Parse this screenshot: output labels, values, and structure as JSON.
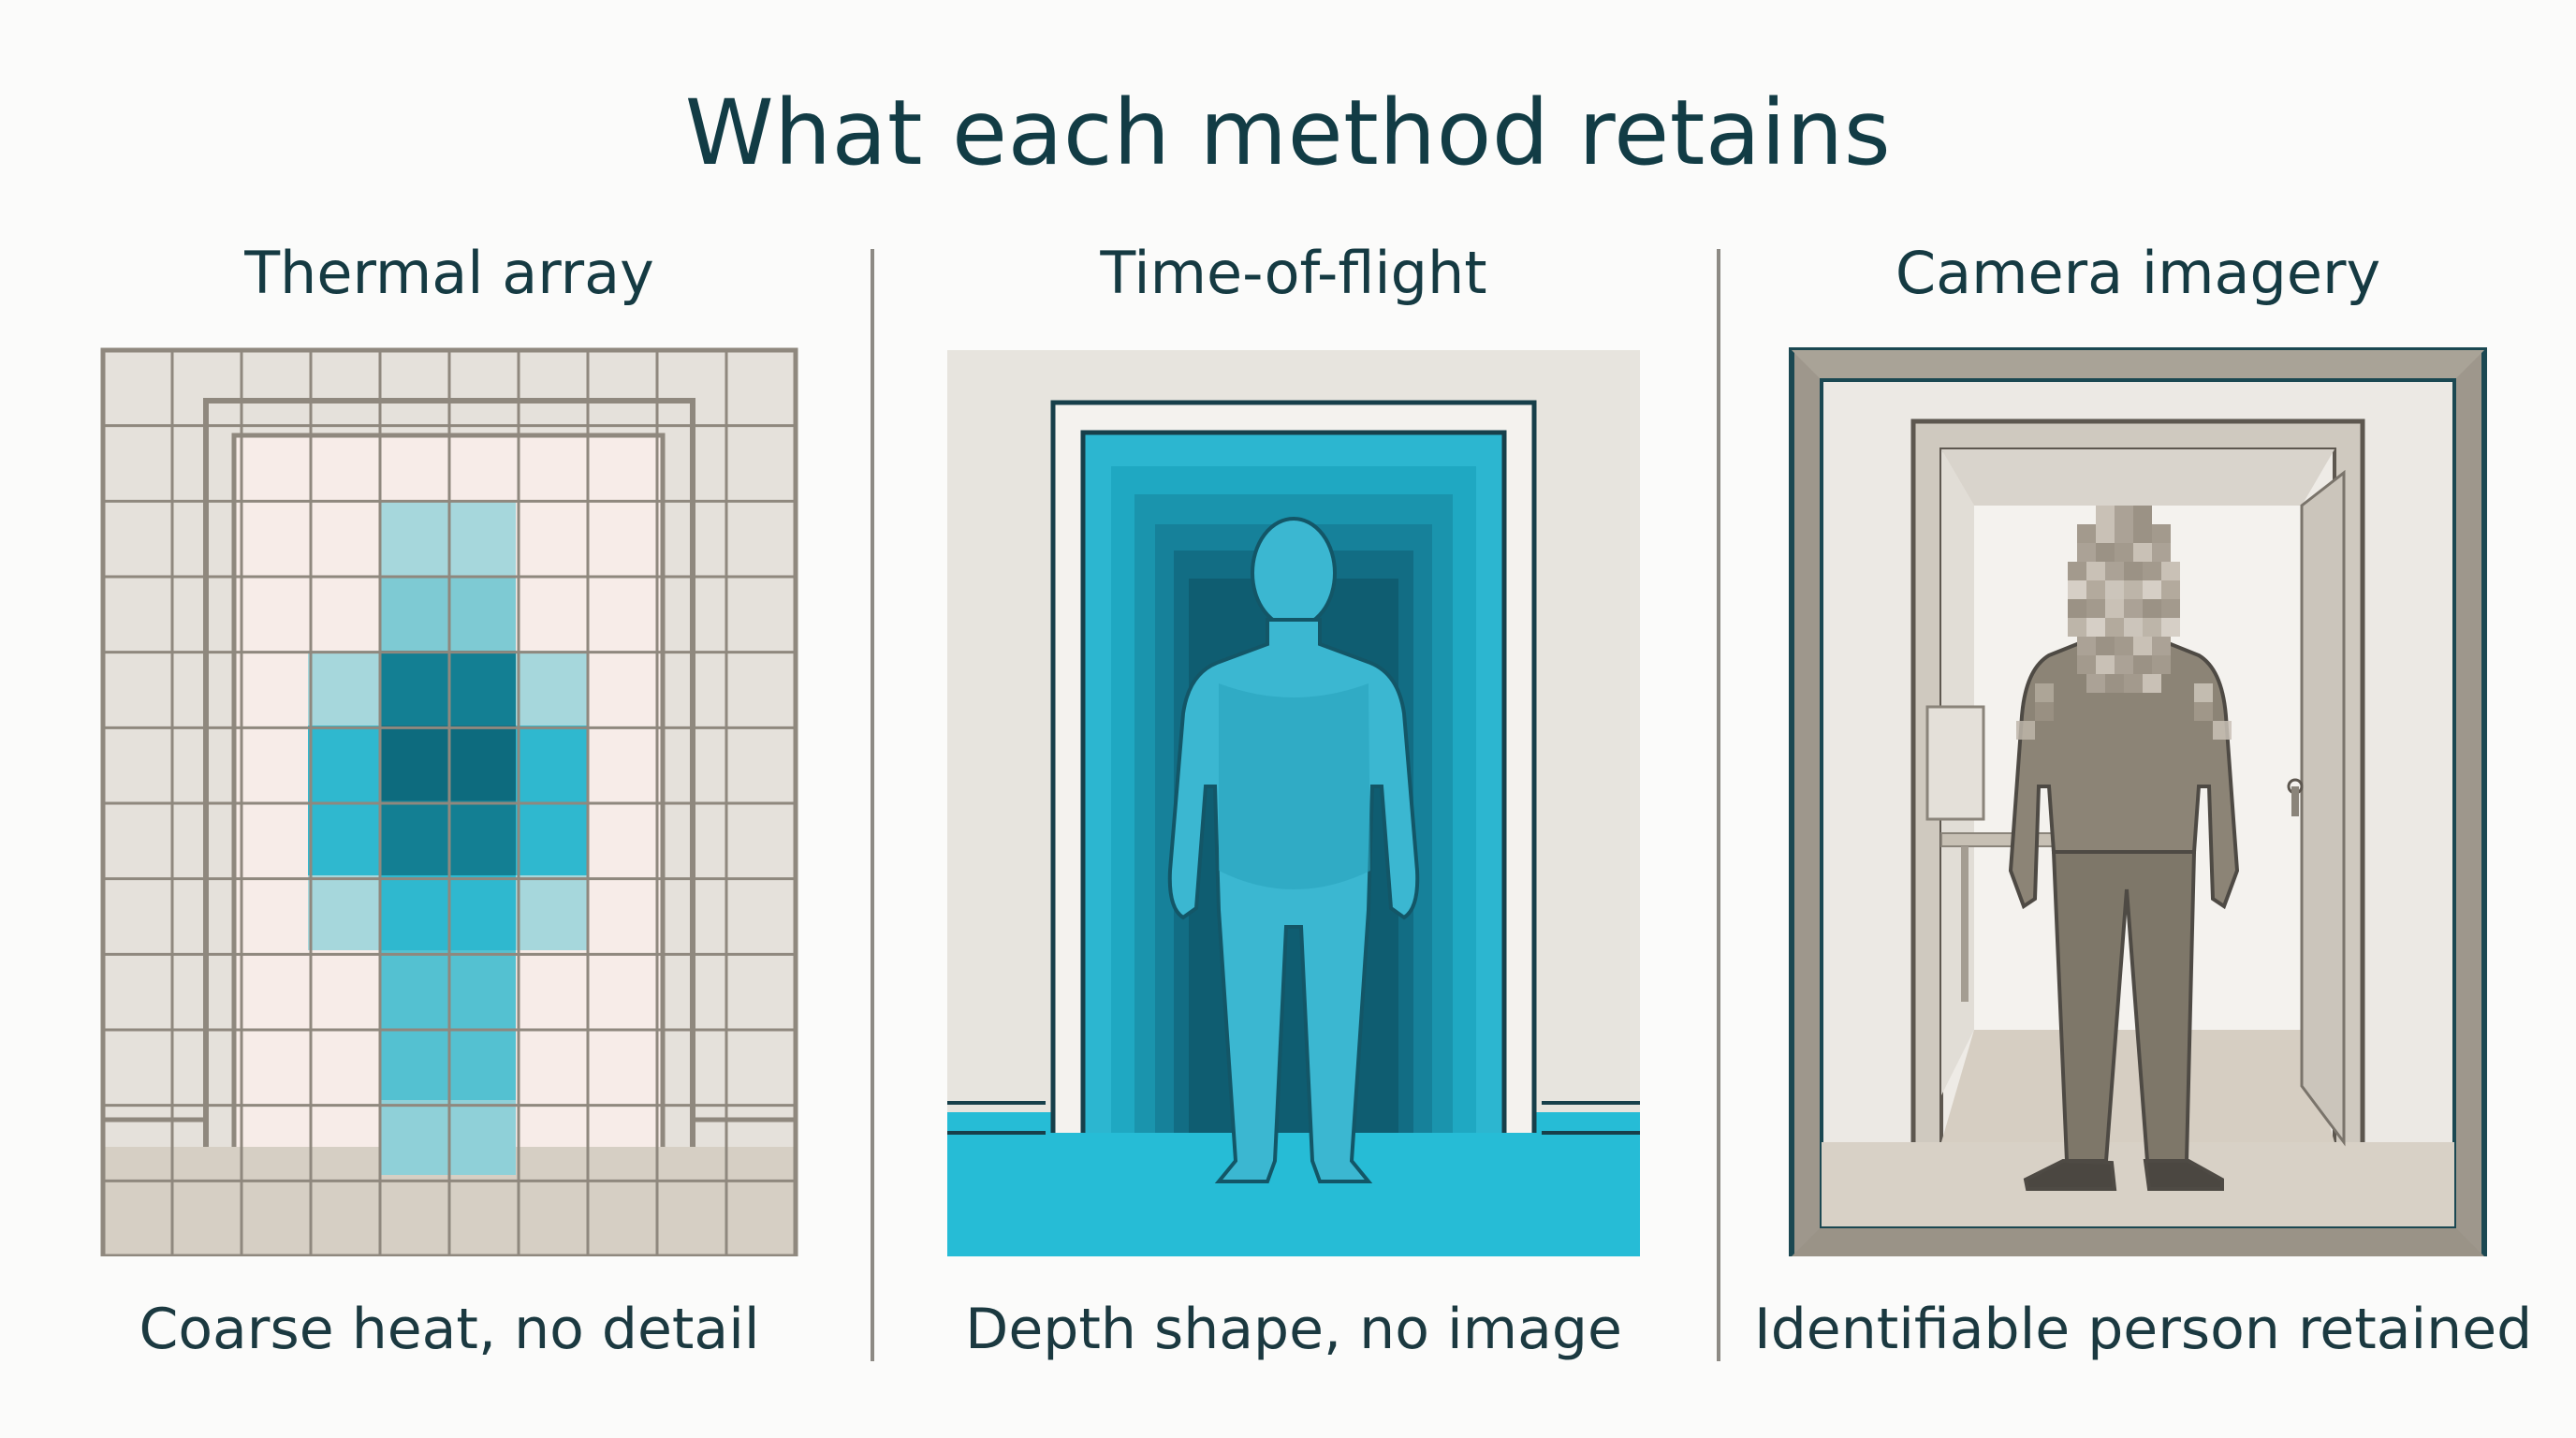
{
  "title": "What each method retains",
  "panels": [
    {
      "id": "thermal",
      "heading": "Thermal array",
      "caption": "Coarse heat, no detail"
    },
    {
      "id": "tof",
      "heading": "Time-of-flight",
      "caption": "Depth shape, no image"
    },
    {
      "id": "camera",
      "heading": "Camera imagery",
      "caption": "Identifiable person retained"
    }
  ],
  "colors": {
    "title": "#123c45",
    "frame": "#8f887e",
    "wall": "#e6e2dc",
    "floor": "#d2cbc1",
    "heat_low": "#a6d7dc",
    "heat_mid": "#2fb8cf",
    "heat_high": "#0d6b7e",
    "depth_floor": "#26bcd6",
    "person_gray": "#8c8476"
  }
}
